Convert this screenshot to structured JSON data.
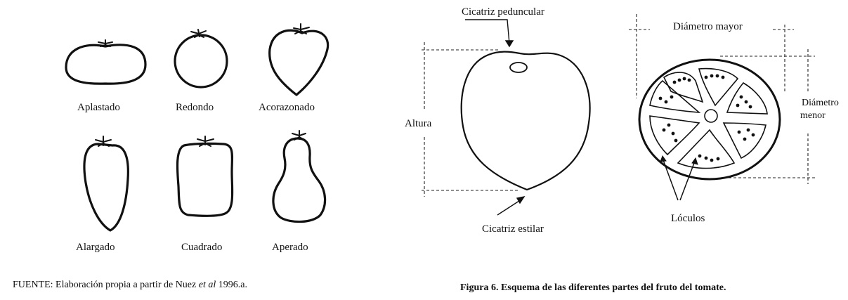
{
  "left_panel": {
    "shapes": [
      {
        "id": "aplastado",
        "label": "Aplastado"
      },
      {
        "id": "redondo",
        "label": "Redondo"
      },
      {
        "id": "acorazonado",
        "label": "Acorazonado"
      },
      {
        "id": "alargado",
        "label": "Alargado"
      },
      {
        "id": "cuadrado",
        "label": "Cuadrado"
      },
      {
        "id": "aperado",
        "label": "Aperado"
      }
    ],
    "source": {
      "prefix": "FUENTE: Elaboración propia a partir de Nuez ",
      "italic": "et al",
      "suffix": " 1996.a."
    }
  },
  "right_panel": {
    "labels": {
      "cicatriz_peduncular": "Cicatriz peduncular",
      "altura": "Altura",
      "cicatriz_estilar": "Cicatriz estilar",
      "diametro_mayor": "Diámetro mayor",
      "diametro_menor_1": "Diámetro",
      "diametro_menor_2": "menor",
      "loculos": "Lóculos"
    },
    "caption": "Figura 6. Esquema de las diferentes partes del fruto del tomate."
  }
}
